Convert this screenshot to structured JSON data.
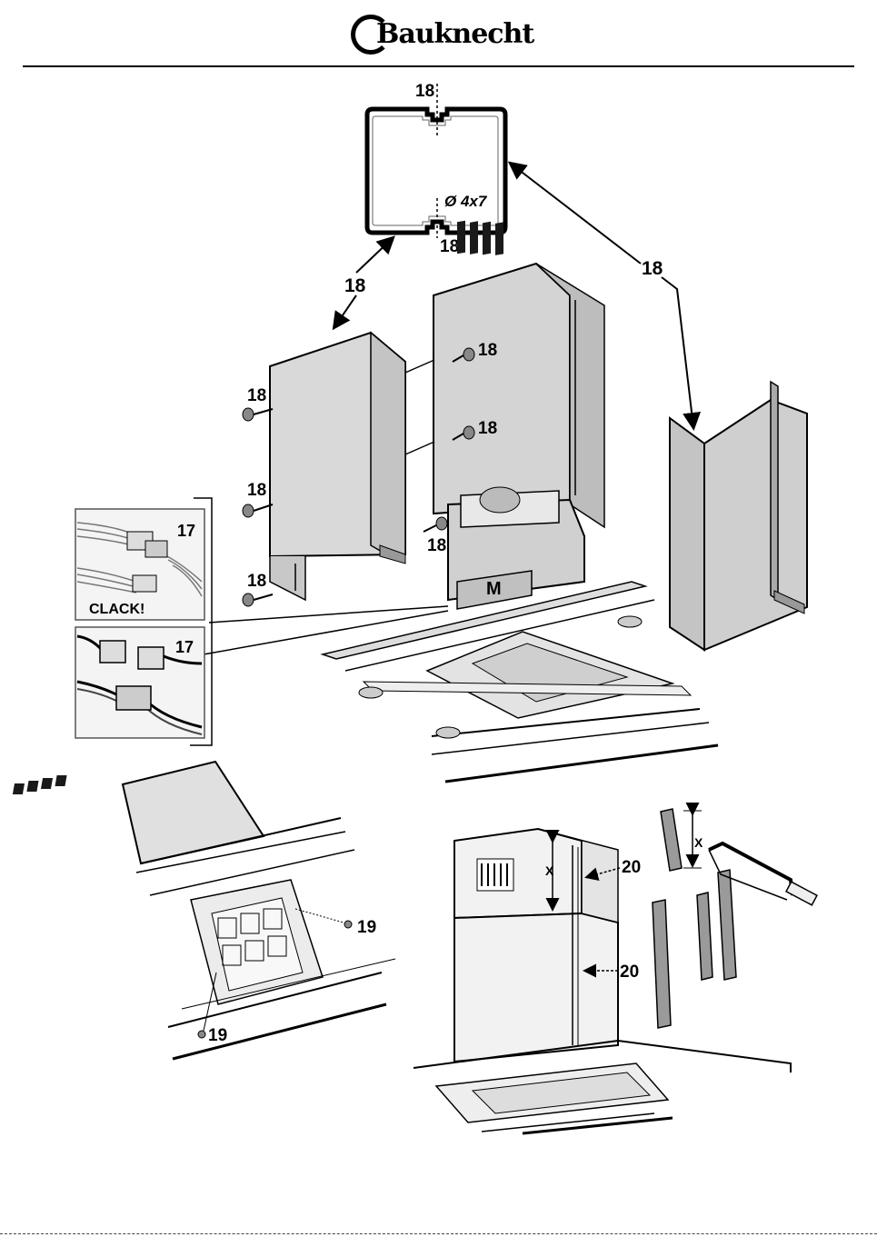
{
  "brand": {
    "name": "Bauknecht"
  },
  "labels": {
    "screw_18": "18",
    "connector_17": "17",
    "screw_19": "19",
    "strip_20": "20",
    "motor_m": "M",
    "clack": "CLACK!",
    "hole_size": "Ø 4x7",
    "dim_x": "X"
  },
  "colors": {
    "panel": "#d9d9d9",
    "panel_dark": "#b5b5b5",
    "line": "#000000",
    "vent": "#1a1a1a"
  },
  "icons": [
    "screw-icon",
    "arrow-icon",
    "saw-icon",
    "connector-icon",
    "cable-icon",
    "vent-grille-icon"
  ]
}
